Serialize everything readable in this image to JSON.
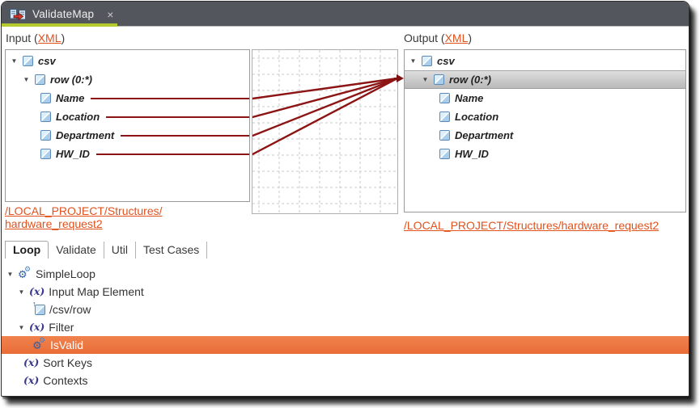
{
  "app": {
    "tab_title": "ValidateMap",
    "close_glyph": "×"
  },
  "input": {
    "header": {
      "prefix": "Input (",
      "link": "XML",
      "suffix": ")"
    },
    "tree": [
      {
        "label": "csv"
      },
      {
        "label": "row (0:*)"
      },
      {
        "label": "Name"
      },
      {
        "label": "Location"
      },
      {
        "label": "Department"
      },
      {
        "label": "HW_ID"
      }
    ],
    "footer_link_line1": "/LOCAL_PROJECT/Structures/",
    "footer_link_line2": "hardware_request2"
  },
  "output": {
    "header": {
      "prefix": "Output (",
      "link": "XML",
      "suffix": ")"
    },
    "tree": [
      {
        "label": "csv"
      },
      {
        "label": "row (0:*)",
        "selected": true
      },
      {
        "label": "Name"
      },
      {
        "label": "Location"
      },
      {
        "label": "Department"
      },
      {
        "label": "HW_ID"
      }
    ],
    "footer_link": "/LOCAL_PROJECT/Structures/hardware_request2"
  },
  "mappings": {
    "source_fields": [
      "Name",
      "Location",
      "Department",
      "HW_ID"
    ],
    "target": "row (0:*)",
    "line_color": "#8c1414"
  },
  "bottom": {
    "tabs": [
      {
        "label": "Loop",
        "active": true
      },
      {
        "label": "Validate",
        "active": false
      },
      {
        "label": "Util",
        "active": false
      },
      {
        "label": "Test Cases",
        "active": false
      }
    ],
    "tree": [
      {
        "label": "SimpleLoop",
        "icon": "gears"
      },
      {
        "label": "Input Map Element",
        "icon": "fx"
      },
      {
        "label": "/csv/row",
        "icon": "mapped-element"
      },
      {
        "label": "Filter",
        "icon": "fx"
      },
      {
        "label": "IsValid",
        "icon": "gears",
        "selected": true
      },
      {
        "label": "Sort Keys",
        "icon": "fx"
      },
      {
        "label": "Contexts",
        "icon": "fx"
      }
    ]
  },
  "colors": {
    "topbar": "#53565c",
    "tab_underline": "#b4ca2f",
    "link_orange": "#e1521d",
    "mapping_red": "#8c1414",
    "selection_orange": "#ea7043"
  }
}
